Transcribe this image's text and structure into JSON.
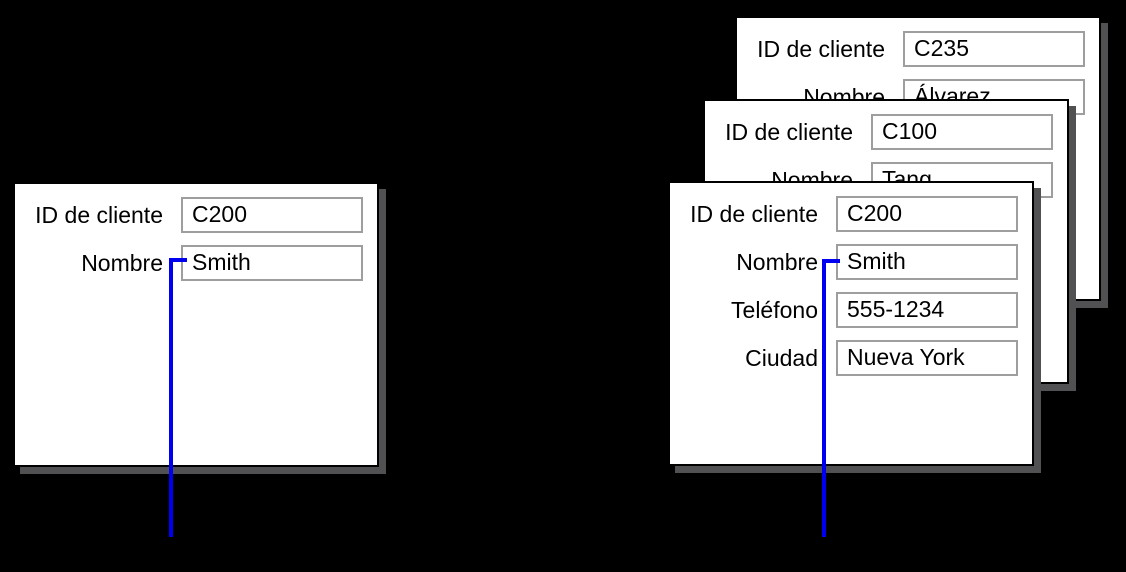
{
  "diagram": {
    "background_color": "#000000",
    "card_background_color": "#ffffff",
    "card_border_color": "#000000",
    "card_shadow_color": "#515153",
    "input_border_color": "#9e9e9e",
    "connector_color": "#0000f0"
  },
  "forms": [
    {
      "name": "left",
      "fields": [
        {
          "label": "ID de cliente",
          "value": "C200"
        },
        {
          "label": "Nombre",
          "value": "Smith"
        }
      ]
    },
    {
      "name": "back",
      "fields": [
        {
          "label": "ID de cliente",
          "value": "C235"
        },
        {
          "label": "Nombre",
          "value": "Álvarez"
        }
      ]
    },
    {
      "name": "middle",
      "fields": [
        {
          "label": "ID de cliente",
          "value": "C100"
        },
        {
          "label": "Nombre",
          "value": "Tang"
        }
      ]
    },
    {
      "name": "front",
      "fields": [
        {
          "label": "ID de cliente",
          "value": "C200"
        },
        {
          "label": "Nombre",
          "value": "Smith"
        },
        {
          "label": "Teléfono",
          "value": "555-1234"
        },
        {
          "label": "Ciudad",
          "value": "Nueva York"
        }
      ]
    }
  ]
}
